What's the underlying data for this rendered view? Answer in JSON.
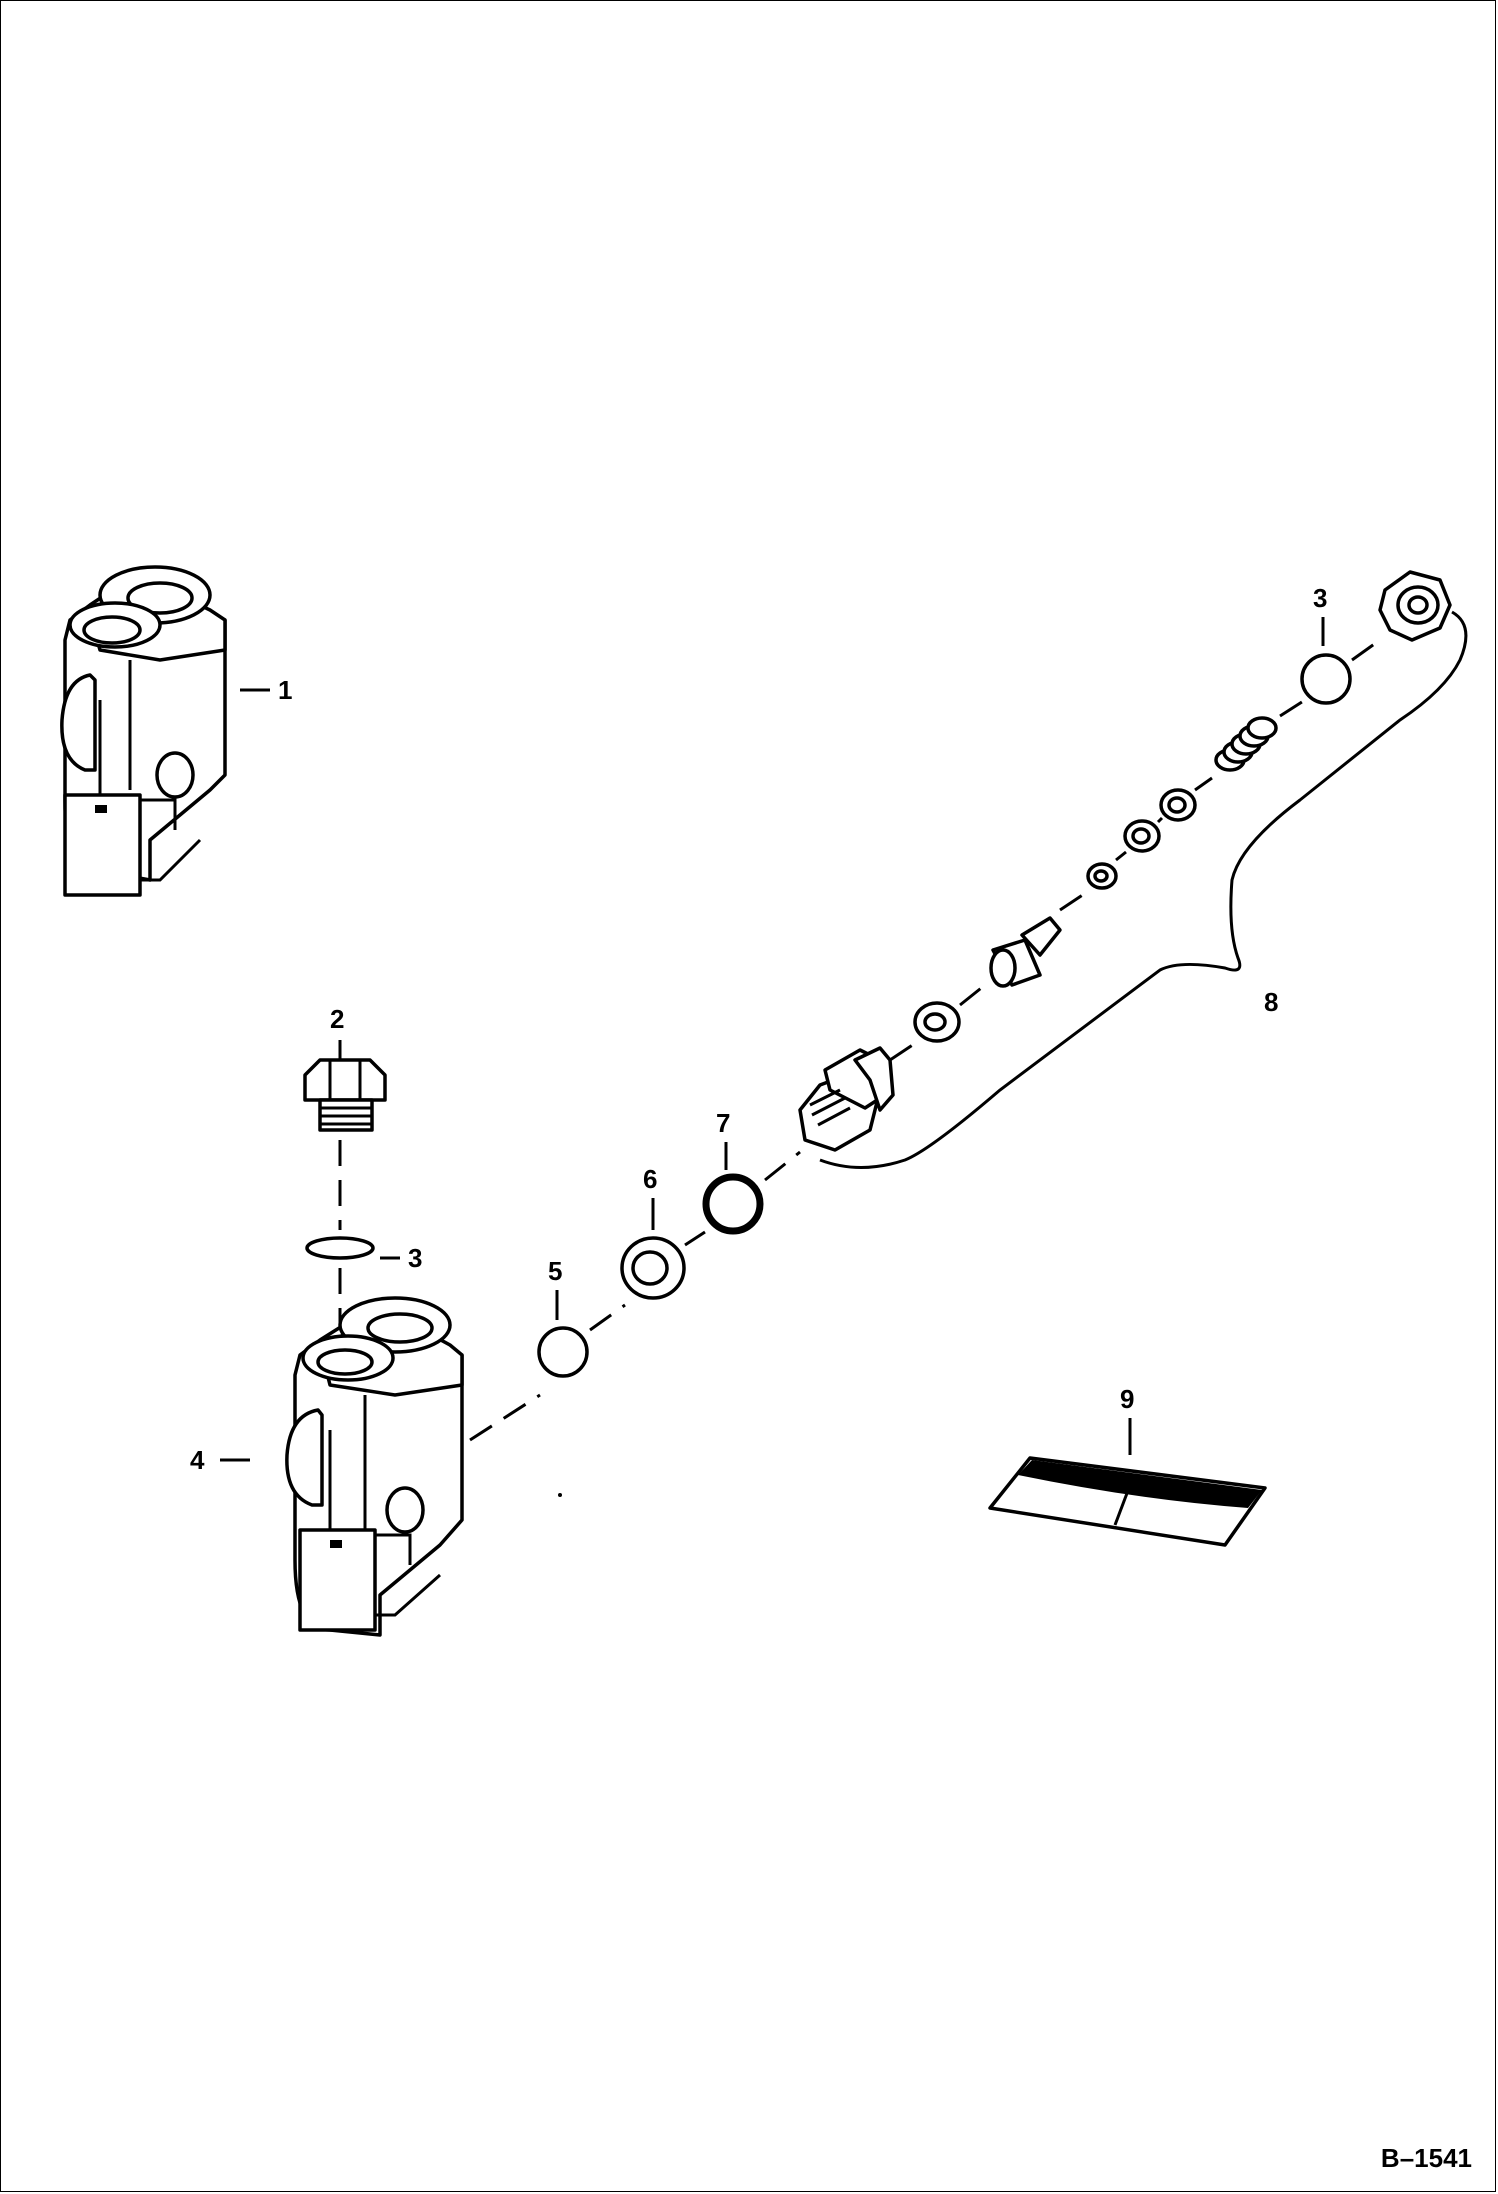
{
  "callouts": {
    "c1": "1",
    "c2": "2",
    "c3a": "3",
    "c3b": "3",
    "c4": "4",
    "c5": "5",
    "c6": "6",
    "c7": "7",
    "c8": "8",
    "c9": "9"
  },
  "figure_ref": "B–1541",
  "colors": {
    "ink": "#000000",
    "paper": "#ffffff"
  }
}
